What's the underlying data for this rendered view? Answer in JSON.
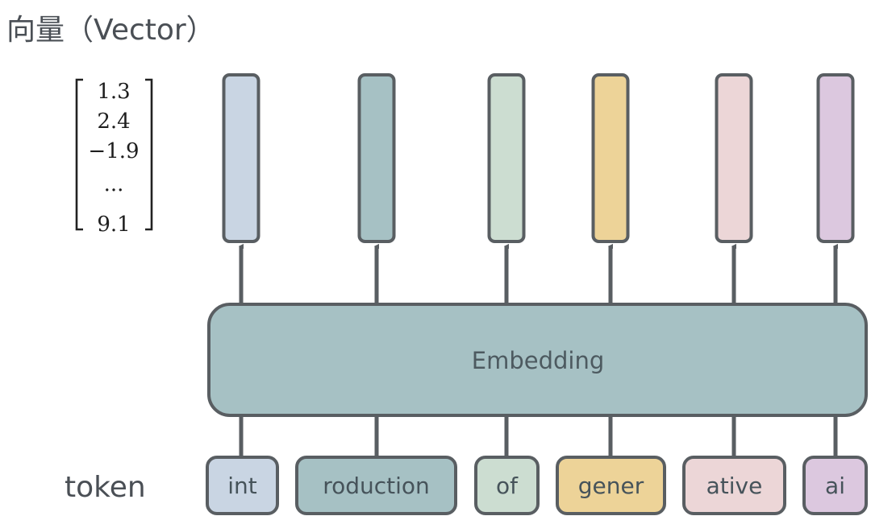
{
  "title": "向量（Vector）",
  "vector_example": [
    "1.3",
    "2.4",
    "−1.9",
    "...",
    "9.1"
  ],
  "embedding_label": "Embedding",
  "token_row_label": "token",
  "tokens": [
    {
      "text": "int",
      "color": "#c9d5e3"
    },
    {
      "text": "roduction",
      "color": "#a6c1c4"
    },
    {
      "text": "of",
      "color": "#ccddd1"
    },
    {
      "text": "gener",
      "color": "#edd398"
    },
    {
      "text": "ative",
      "color": "#ecd6d7"
    },
    {
      "text": "ai",
      "color": "#dcc8df"
    }
  ],
  "colors": {
    "stroke": "#595e62",
    "embedding_fill": "#a6c1c4"
  }
}
